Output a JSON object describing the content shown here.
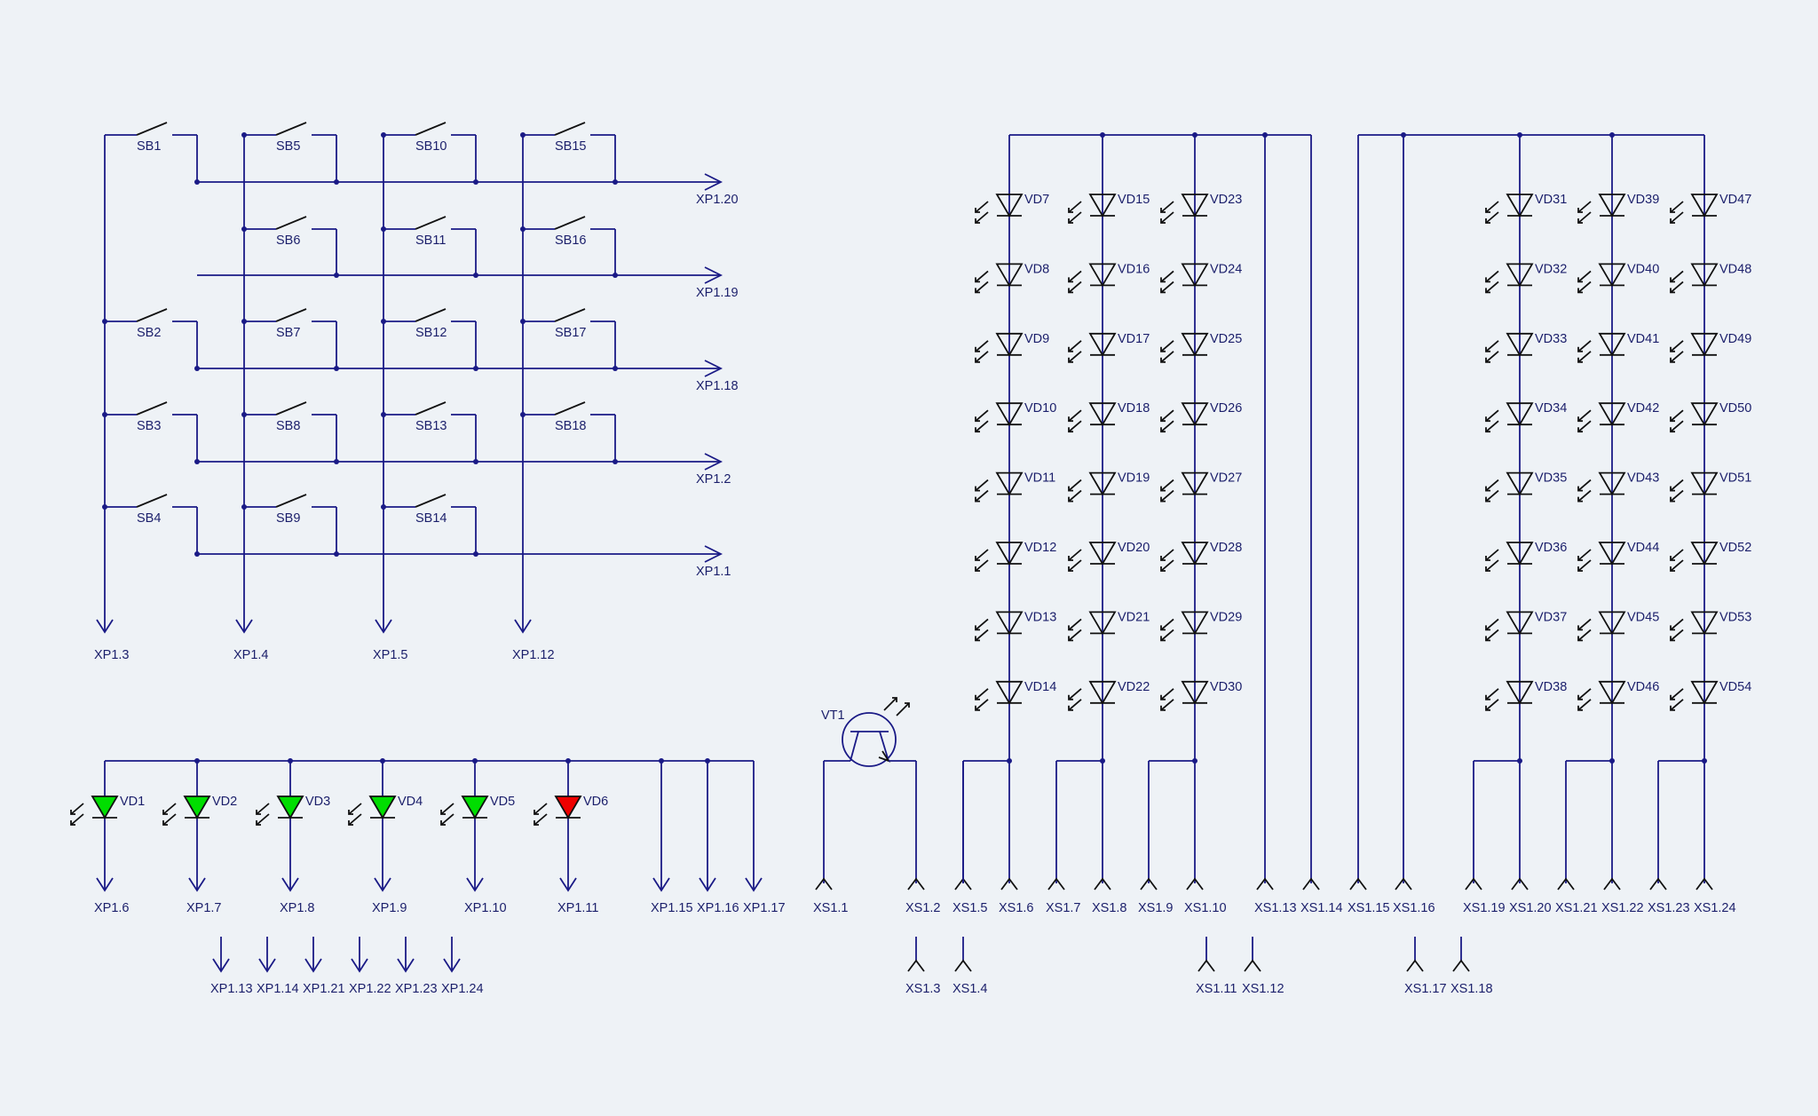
{
  "colors": {
    "background": "#eef2f6",
    "wire": "#1a1a86",
    "component": "#111111",
    "label": "#1b1f6b",
    "led_green": "#00dd00",
    "led_red": "#ee0000"
  },
  "switches": [
    "SB1",
    "SB2",
    "SB3",
    "SB4",
    "SB5",
    "SB6",
    "SB7",
    "SB8",
    "SB9",
    "SB10",
    "SB11",
    "SB12",
    "SB13",
    "SB14",
    "SB15",
    "SB16",
    "SB17",
    "SB18"
  ],
  "keypad_row_connectors": [
    "XP1.20",
    "XP1.19",
    "XP1.18",
    "XP1.2",
    "XP1.1"
  ],
  "keypad_col_connectors": [
    "XP1.3",
    "XP1.4",
    "XP1.5",
    "XP1.12"
  ],
  "indicator_leds": [
    {
      "ref": "VD1",
      "color": "green"
    },
    {
      "ref": "VD2",
      "color": "green"
    },
    {
      "ref": "VD3",
      "color": "green"
    },
    {
      "ref": "VD4",
      "color": "green"
    },
    {
      "ref": "VD5",
      "color": "green"
    },
    {
      "ref": "VD6",
      "color": "red"
    }
  ],
  "indicator_connectors": [
    "XP1.6",
    "XP1.7",
    "XP1.8",
    "XP1.9",
    "XP1.10",
    "XP1.11",
    "XP1.15",
    "XP1.16",
    "XP1.17"
  ],
  "spare_connectors": [
    "XP1.13",
    "XP1.14",
    "XP1.21",
    "XP1.22",
    "XP1.23",
    "XP1.24"
  ],
  "phototransistor": "VT1",
  "matrix_leds": [
    [
      "VD7",
      "VD8",
      "VD9",
      "VD10",
      "VD11",
      "VD12",
      "VD13",
      "VD14"
    ],
    [
      "VD15",
      "VD16",
      "VD17",
      "VD18",
      "VD19",
      "VD20",
      "VD21",
      "VD22"
    ],
    [
      "VD23",
      "VD24",
      "VD25",
      "VD26",
      "VD27",
      "VD28",
      "VD29",
      "VD30"
    ],
    [
      "VD31",
      "VD32",
      "VD33",
      "VD34",
      "VD35",
      "VD36",
      "VD37",
      "VD38"
    ],
    [
      "VD39",
      "VD40",
      "VD41",
      "VD42",
      "VD43",
      "VD44",
      "VD45",
      "VD46"
    ],
    [
      "VD47",
      "VD48",
      "VD49",
      "VD50",
      "VD51",
      "VD52",
      "VD53",
      "VD54"
    ]
  ],
  "socket_connectors_main": [
    "XS1.1",
    "XS1.2",
    "XS1.5",
    "XS1.6",
    "XS1.7",
    "XS1.8",
    "XS1.9",
    "XS1.10",
    "XS1.13",
    "XS1.14",
    "XS1.15",
    "XS1.16",
    "XS1.19",
    "XS1.20",
    "XS1.21",
    "XS1.22",
    "XS1.23",
    "XS1.24"
  ],
  "socket_connectors_aux": [
    "XS1.3",
    "XS1.4",
    "XS1.11",
    "XS1.12",
    "XS1.17",
    "XS1.18"
  ]
}
